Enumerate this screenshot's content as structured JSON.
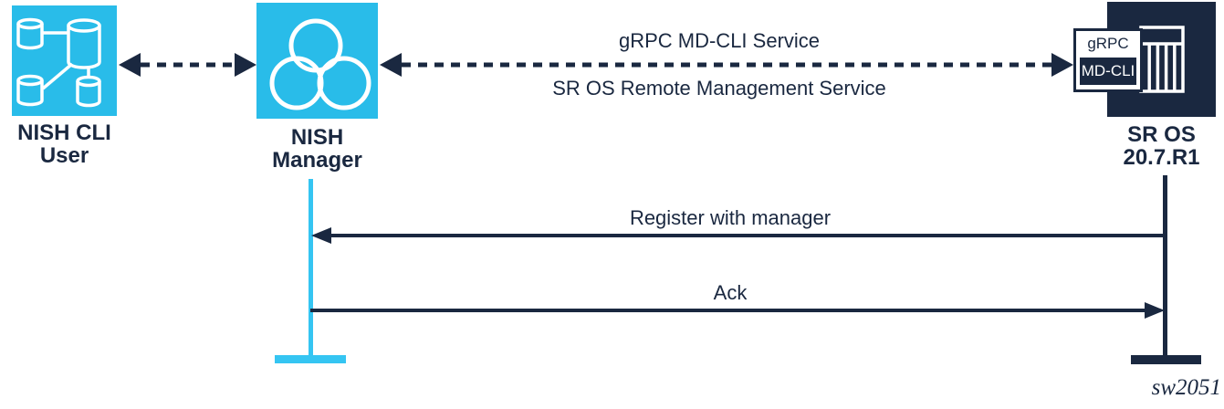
{
  "colors": {
    "cyan": "#29BCE9",
    "cyan_bright": "#35C5F2",
    "navy": "#1A2840"
  },
  "nodes": {
    "user": {
      "line1": "NISH CLI",
      "line2": "User"
    },
    "manager": {
      "line1": "NISH",
      "line2": "Manager"
    },
    "sros": {
      "line1": "SR OS",
      "line2": "20.7.R1"
    }
  },
  "badge": {
    "top": "gRPC",
    "bottom": "MD-CLI"
  },
  "links": {
    "manager_sros": {
      "label_above": "gRPC MD-CLI Service",
      "label_below": "SR OS Remote Management Service"
    }
  },
  "sequence": {
    "messages": [
      {
        "label": "Register with manager",
        "from": "sros",
        "to": "manager"
      },
      {
        "label": "Ack",
        "from": "manager",
        "to": "sros"
      }
    ]
  },
  "caption": "sw2051"
}
